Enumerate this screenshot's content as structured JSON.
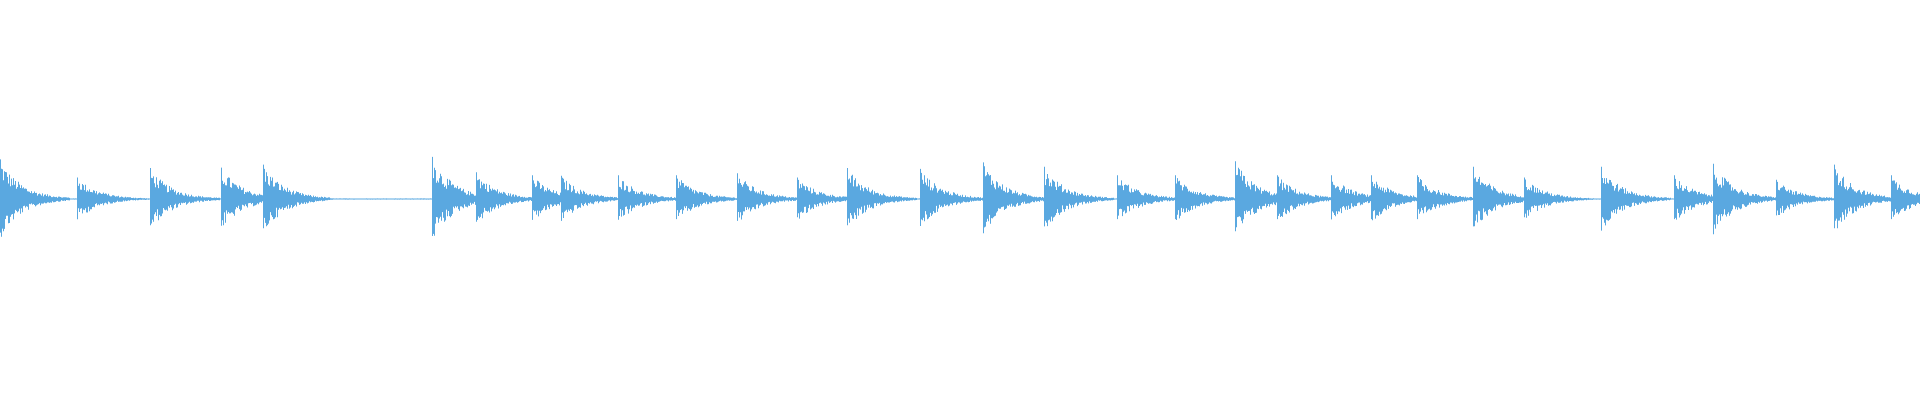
{
  "waveform": {
    "color": "#5aa8e0",
    "description_free": true,
    "onsets": [
      {
        "t": 0.0,
        "amp": 0.92
      },
      {
        "t": 0.04,
        "amp": 0.5
      },
      {
        "t": 0.055,
        "amp": 0.12
      },
      {
        "t": 0.078,
        "amp": 0.72
      },
      {
        "t": 0.115,
        "amp": 0.73
      },
      {
        "t": 0.137,
        "amp": 0.8
      },
      {
        "t": 0.225,
        "amp": 0.98
      },
      {
        "t": 0.248,
        "amp": 0.62
      },
      {
        "t": 0.277,
        "amp": 0.55
      },
      {
        "t": 0.292,
        "amp": 0.54
      },
      {
        "t": 0.322,
        "amp": 0.55
      },
      {
        "t": 0.352,
        "amp": 0.55
      },
      {
        "t": 0.384,
        "amp": 0.6
      },
      {
        "t": 0.415,
        "amp": 0.5
      },
      {
        "t": 0.441,
        "amp": 0.72
      },
      {
        "t": 0.479,
        "amp": 0.7
      },
      {
        "t": 0.512,
        "amp": 0.85
      },
      {
        "t": 0.544,
        "amp": 0.75
      },
      {
        "t": 0.582,
        "amp": 0.55
      },
      {
        "t": 0.612,
        "amp": 0.55
      },
      {
        "t": 0.643,
        "amp": 0.88
      },
      {
        "t": 0.665,
        "amp": 0.55
      },
      {
        "t": 0.693,
        "amp": 0.55
      },
      {
        "t": 0.714,
        "amp": 0.55
      },
      {
        "t": 0.738,
        "amp": 0.55
      },
      {
        "t": 0.767,
        "amp": 0.75
      },
      {
        "t": 0.794,
        "amp": 0.5
      },
      {
        "t": 0.834,
        "amp": 0.75
      },
      {
        "t": 0.872,
        "amp": 0.55
      },
      {
        "t": 0.892,
        "amp": 0.82
      },
      {
        "t": 0.925,
        "amp": 0.45
      },
      {
        "t": 0.955,
        "amp": 0.8
      },
      {
        "t": 0.985,
        "amp": 0.55
      }
    ]
  }
}
